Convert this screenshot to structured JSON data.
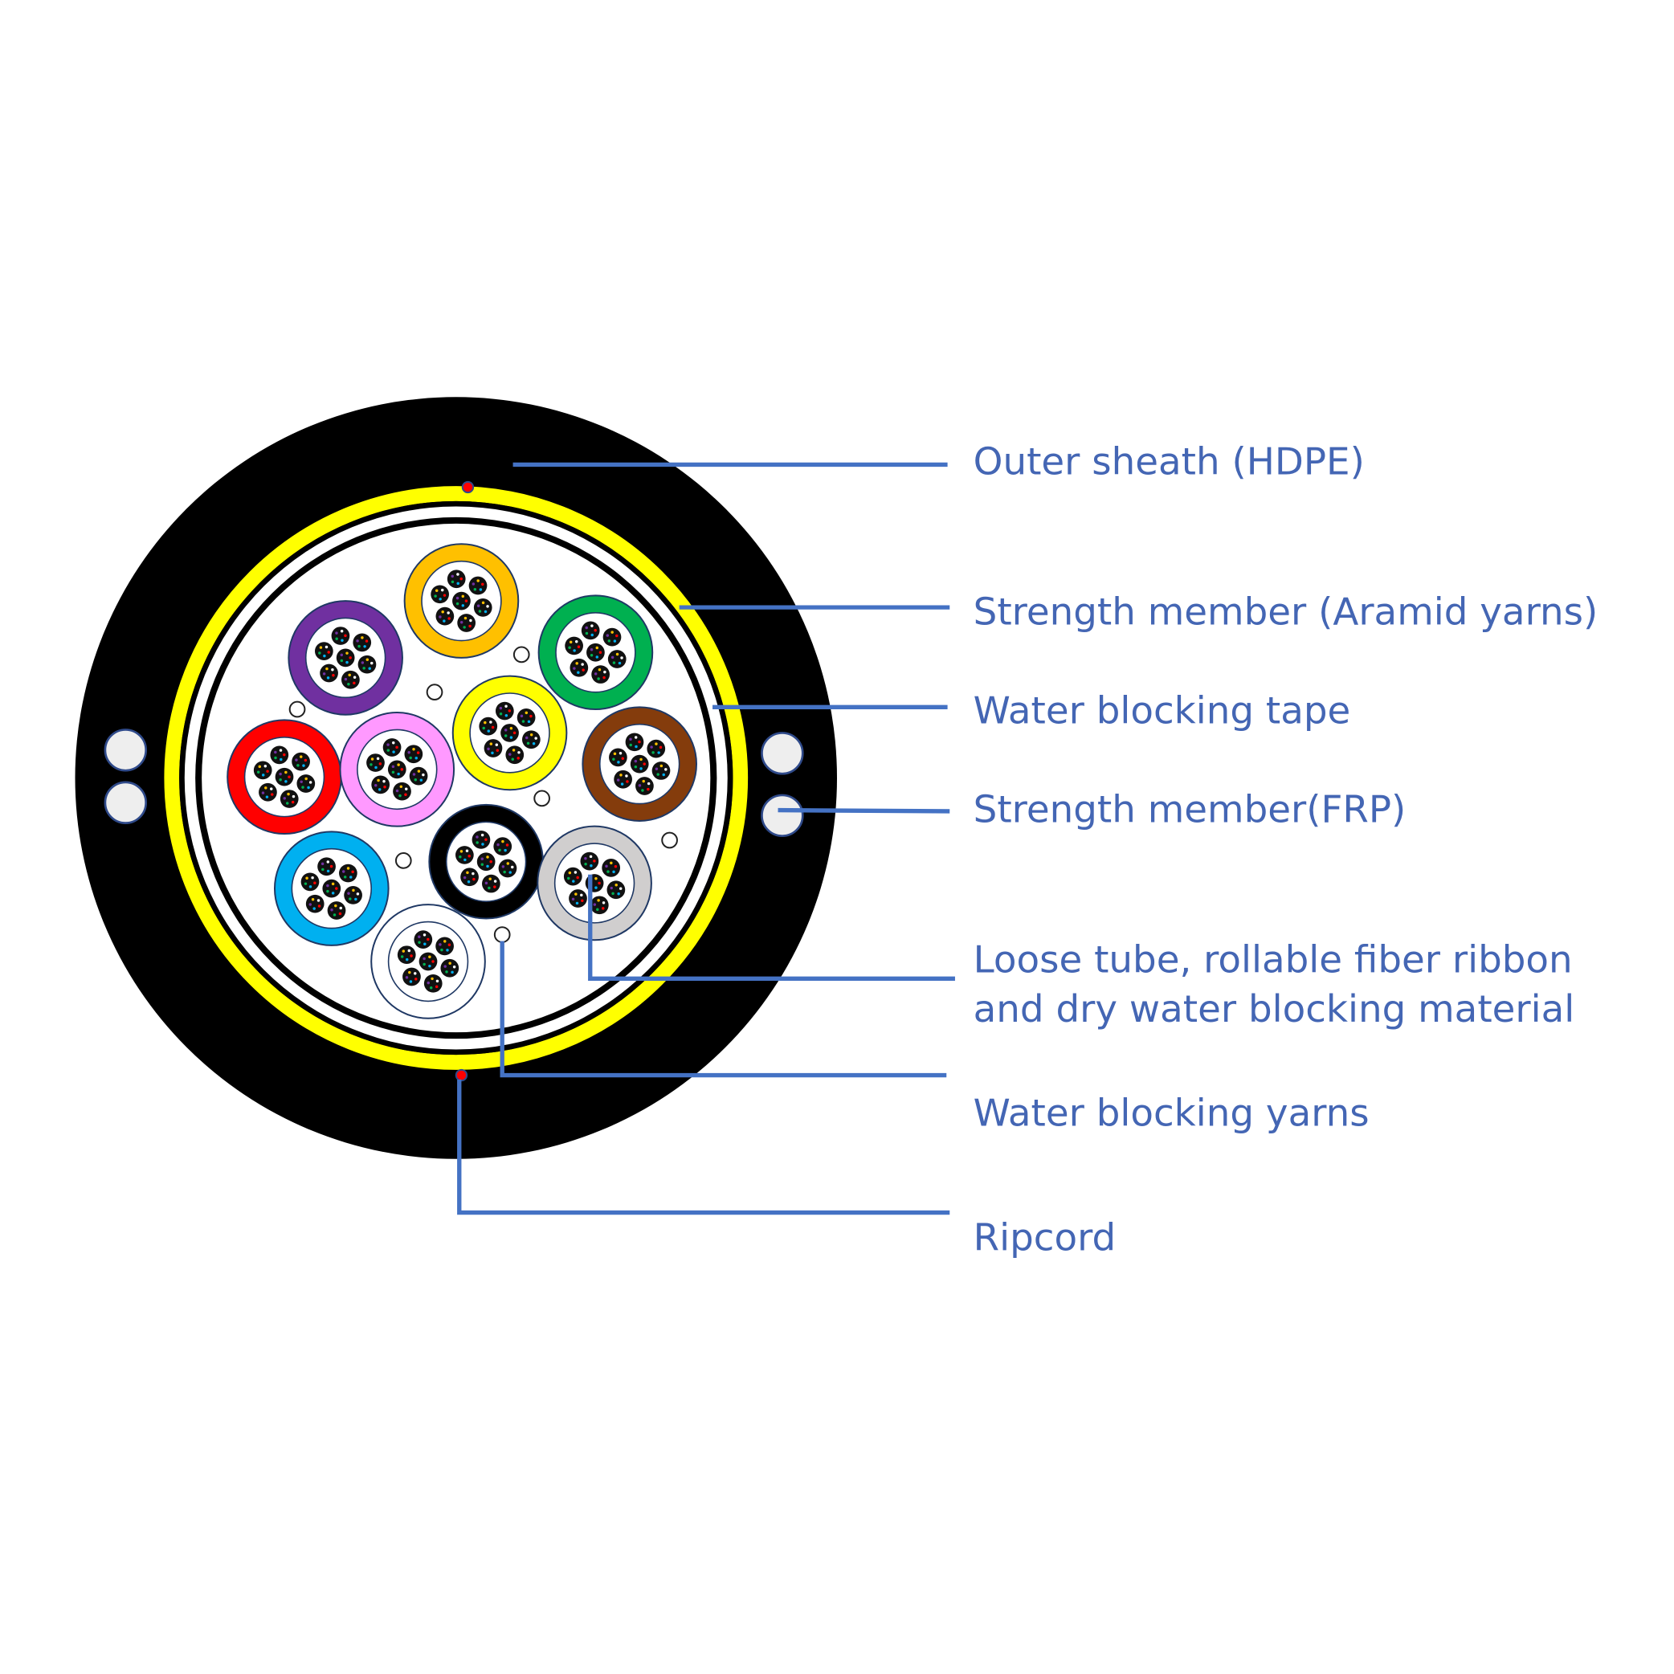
{
  "labels": {
    "outer_sheath": "Outer sheath (HDPE)",
    "aramid": "Strength member (Aramid yarns)",
    "tape": "Water blocking tape",
    "frp": "Strength member(FRP)",
    "loose_tube_line1": "Loose tube, rollable fiber ribbon",
    "loose_tube_line2": "and dry water blocking material",
    "yarns": "Water blocking yarns",
    "ripcord": "Ripcord"
  },
  "colors": {
    "sheath": "#000000",
    "aramid": "#ffff00",
    "leader": "#4472c4",
    "ripcord": "#ff0000",
    "frp": "#eeeeee"
  },
  "tubes": [
    {
      "name": "orange",
      "color": "#ffc000"
    },
    {
      "name": "purple",
      "color": "#7030a0"
    },
    {
      "name": "green",
      "color": "#00b050"
    },
    {
      "name": "yellow",
      "color": "#ffff00"
    },
    {
      "name": "brown",
      "color": "#843c0c"
    },
    {
      "name": "red",
      "color": "#ff0000"
    },
    {
      "name": "pink",
      "color": "#ff99ff"
    },
    {
      "name": "blue",
      "color": "#00b0f0"
    },
    {
      "name": "black",
      "color": "#000000"
    },
    {
      "name": "grey",
      "color": "#d0cece"
    },
    {
      "name": "white",
      "color": "#ffffff"
    }
  ]
}
